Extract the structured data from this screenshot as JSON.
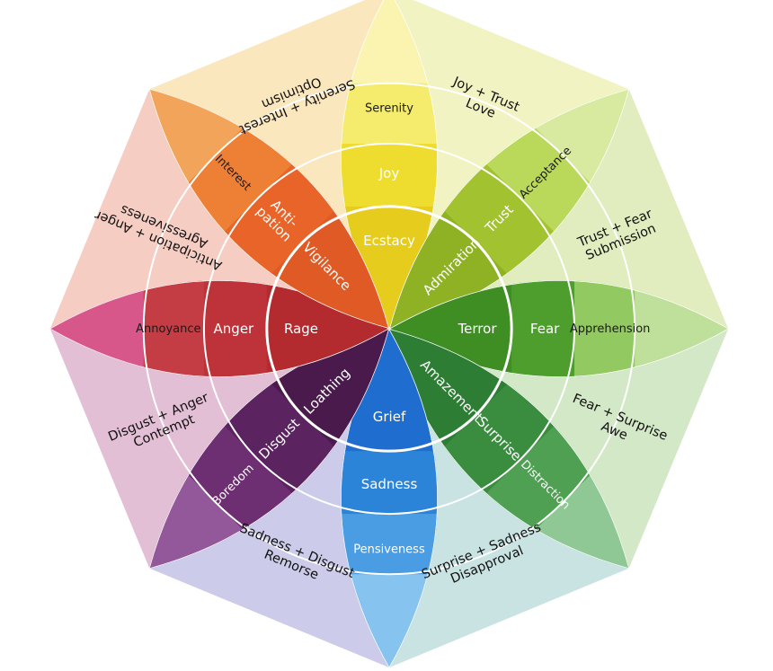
{
  "diagram": {
    "title": "",
    "colors": {
      "background": "#ffffff",
      "ring_stroke": "#ffffff"
    },
    "petals": [
      {
        "key": "joy",
        "angle": 0,
        "inner": "Ecstacy",
        "middle": "Joy",
        "outer": "Serenity",
        "colors": [
          "#e6cc1d",
          "#eedd2f",
          "#f5ec6e",
          "#faf4b0"
        ]
      },
      {
        "key": "trust",
        "angle": 45,
        "inner": "Admiration",
        "middle": "Trust",
        "outer": "Acceptance",
        "colors": [
          "#8fb225",
          "#a2c230",
          "#bad95a",
          "#d7eaa0"
        ]
      },
      {
        "key": "fear",
        "angle": 90,
        "inner": "Terror",
        "middle": "Fear",
        "outer": "Apprehension",
        "colors": [
          "#3e8e24",
          "#4d9e2c",
          "#92c960",
          "#bfe09a"
        ]
      },
      {
        "key": "surprise",
        "angle": 135,
        "inner": "Amazement",
        "middle": "Surprise",
        "outer": "Distraction",
        "colors": [
          "#2e7d35",
          "#3a8c3f",
          "#4fa052",
          "#8fc895"
        ]
      },
      {
        "key": "sadness",
        "angle": 180,
        "inner": "Grief",
        "middle": "Sadness",
        "outer": "Pensiveness",
        "colors": [
          "#1f6ecf",
          "#2c84d8",
          "#4a9de2",
          "#86c3ee"
        ]
      },
      {
        "key": "disgust",
        "angle": 225,
        "inner": "Loathing",
        "middle": "Disgust",
        "outer": "Boredom",
        "colors": [
          "#4a1a4c",
          "#5b2360",
          "#6e2f72",
          "#93589a"
        ]
      },
      {
        "key": "anger",
        "angle": 270,
        "inner": "Rage",
        "middle": "Anger",
        "outer": "Annoyance",
        "colors": [
          "#b32a2f",
          "#bd3339",
          "#c43d44",
          "#d7578a"
        ]
      },
      {
        "key": "anticipation",
        "angle": 315,
        "inner": "Vigilance",
        "middle": "Anti-\npation",
        "outer": "Interest",
        "colors": [
          "#e05a25",
          "#e86428",
          "#ee8036",
          "#f2a55a"
        ]
      }
    ],
    "dyads": [
      {
        "angle": 22.5,
        "text": "Joy + Trust\nLove",
        "color": "#f2f3c3"
      },
      {
        "angle": 67.5,
        "text": "Trust + Fear\nSubmission",
        "color": "#e1ecbf"
      },
      {
        "angle": 112.5,
        "text": "Fear + Surprise\nAwe",
        "color": "#d3e8c6"
      },
      {
        "angle": 157.5,
        "text": "Surprise + Sadness\nDisapproval",
        "color": "#c9e3e2"
      },
      {
        "angle": 202.5,
        "text": "Sadness + Disgust\nRemorse",
        "color": "#ccccea"
      },
      {
        "angle": 247.5,
        "text": "Disgust + Anger\nContempt",
        "color": "#e3bfd6"
      },
      {
        "angle": 292.5,
        "text": "Anticipation + Anger\nAgressiveness",
        "color": "#f5cdc3"
      },
      {
        "angle": 337.5,
        "text": "Serenity + Interest\nOptimism",
        "color": "#fbe7bd"
      }
    ]
  }
}
